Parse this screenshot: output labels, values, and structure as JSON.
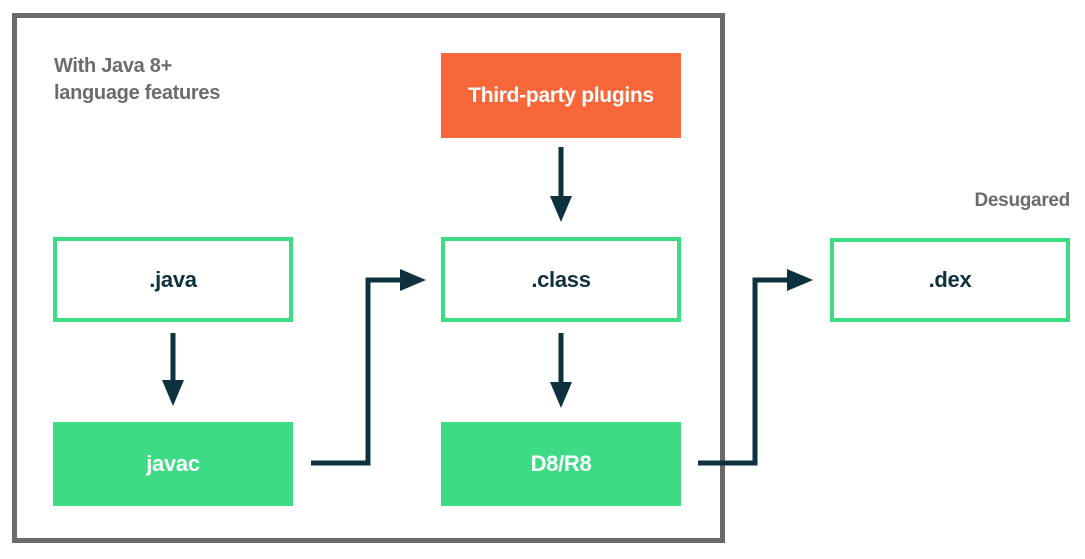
{
  "diagram": {
    "caption": "With Java 8+\nlanguage features",
    "desugared_label": "Desugared",
    "nodes": {
      "third_party_plugins": {
        "label": "Third-party plugins"
      },
      "java_file": {
        "label": ".java"
      },
      "class_file": {
        "label": ".class"
      },
      "dex_file": {
        "label": ".dex"
      },
      "javac": {
        "label": "javac"
      },
      "d8_r8": {
        "label": "D8/R8"
      }
    },
    "colors": {
      "green": "#3DDC84",
      "orange": "#F7673A",
      "navy": "#0E3140",
      "gray-border": "#6A6A6A",
      "gray-text": "#6C6C6C"
    }
  }
}
